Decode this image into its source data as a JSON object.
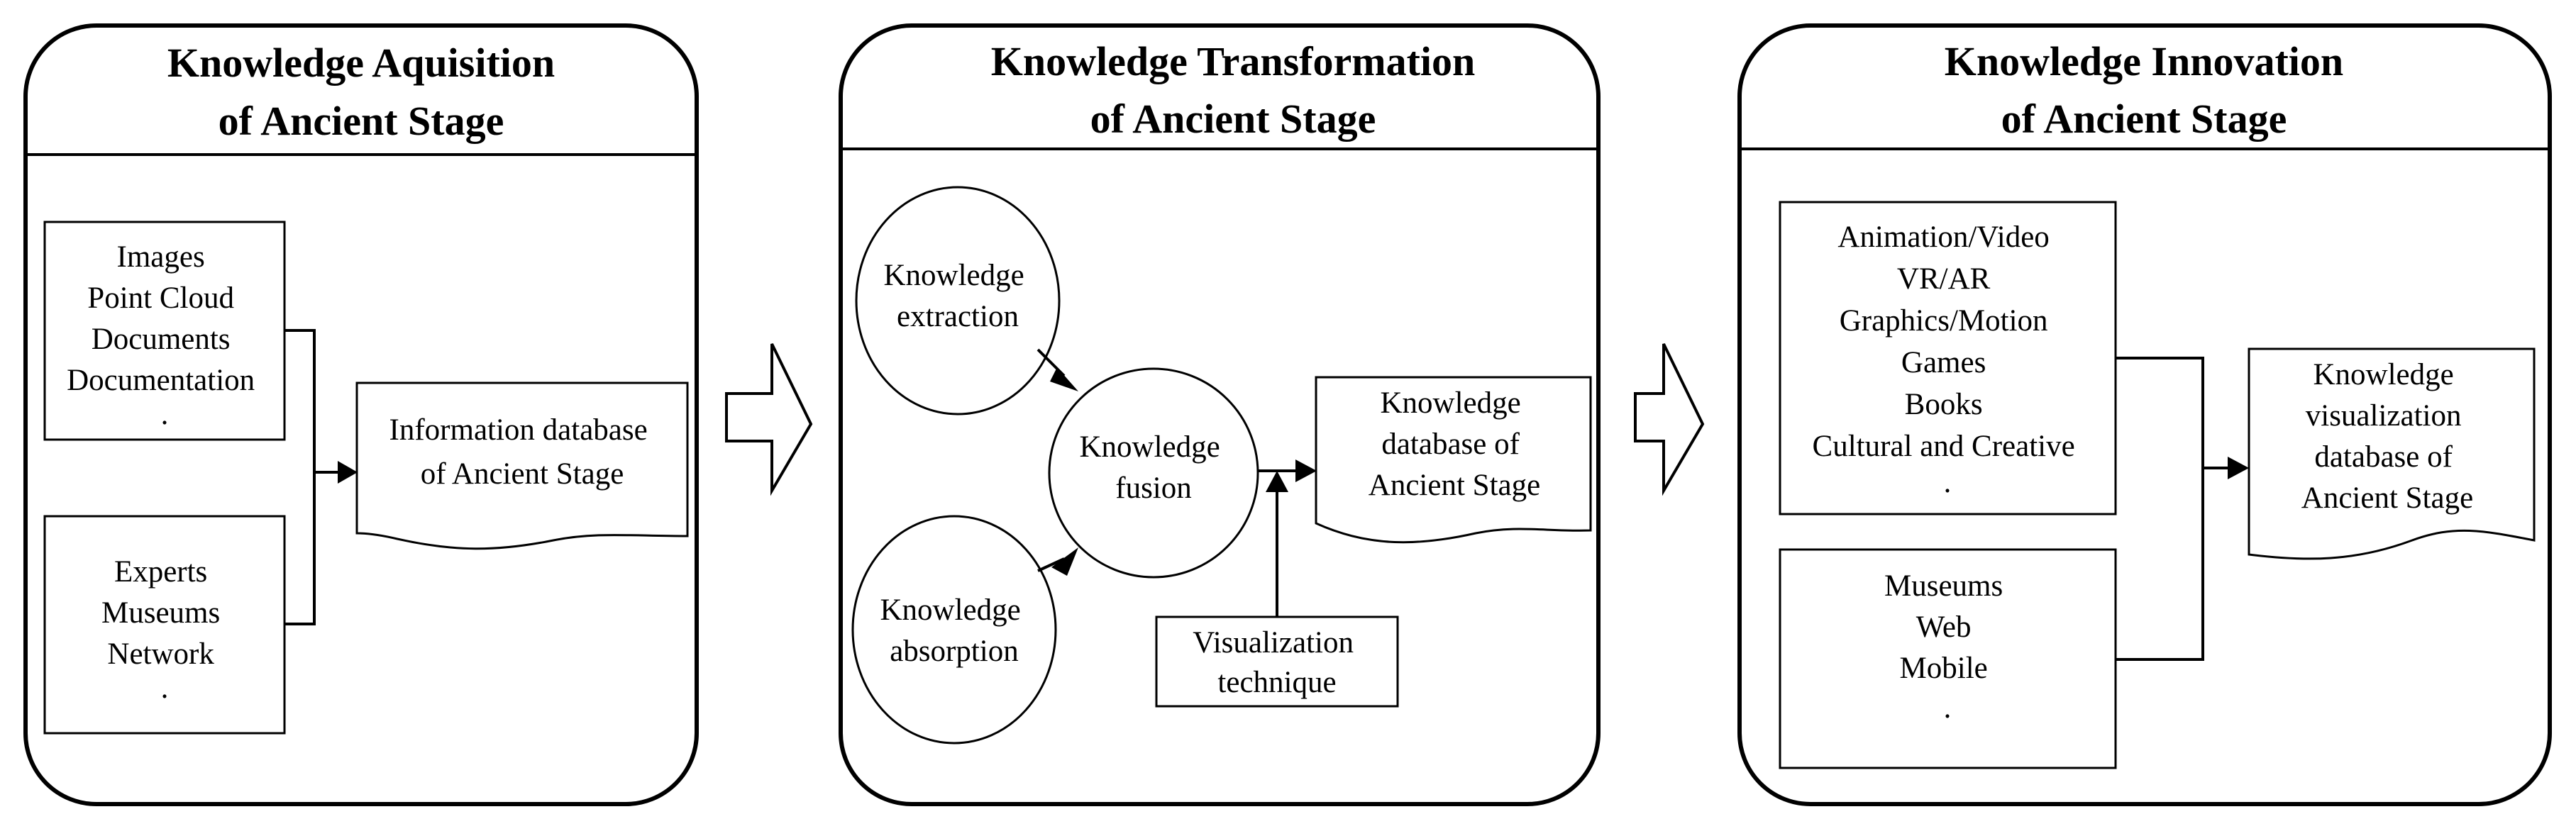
{
  "panels": [
    {
      "title_line1": "Knowledge Aquisition",
      "title_line2": "of Ancient Stage",
      "sources_box1": {
        "lines": [
          "Images",
          "Point Cloud",
          "Documents",
          "Documentation",
          "."
        ]
      },
      "sources_box2": {
        "lines": [
          "Experts",
          "Museums",
          "Network",
          "."
        ]
      },
      "database": {
        "lines": [
          "Information database",
          "of Ancient Stage"
        ]
      }
    },
    {
      "title_line1": "Knowledge Transformation",
      "title_line2": "of Ancient Stage",
      "extraction": {
        "lines": [
          "Knowledge",
          "extraction"
        ]
      },
      "absorption": {
        "lines": [
          "Knowledge",
          "absorption"
        ]
      },
      "fusion": {
        "lines": [
          "Knowledge",
          "fusion"
        ]
      },
      "visualization": {
        "lines": [
          "Visualization",
          "technique"
        ]
      },
      "database": {
        "lines": [
          "Knowledge",
          "database of",
          "Ancient Stage"
        ]
      }
    },
    {
      "title_line1": "Knowledge Innovation",
      "title_line2": "of Ancient Stage",
      "media_box": {
        "lines": [
          "Animation/Video",
          "VR/AR",
          "Graphics/Motion",
          "Games",
          "Books",
          "Cultural and Creative",
          "."
        ]
      },
      "channel_box": {
        "lines": [
          "Museums",
          "Web",
          "Mobile",
          "."
        ]
      },
      "database": {
        "lines": [
          "Knowledge",
          "visualization",
          "database of",
          "Ancient Stage"
        ]
      }
    }
  ],
  "colors": {
    "stroke": "#000000",
    "background": "#ffffff"
  }
}
